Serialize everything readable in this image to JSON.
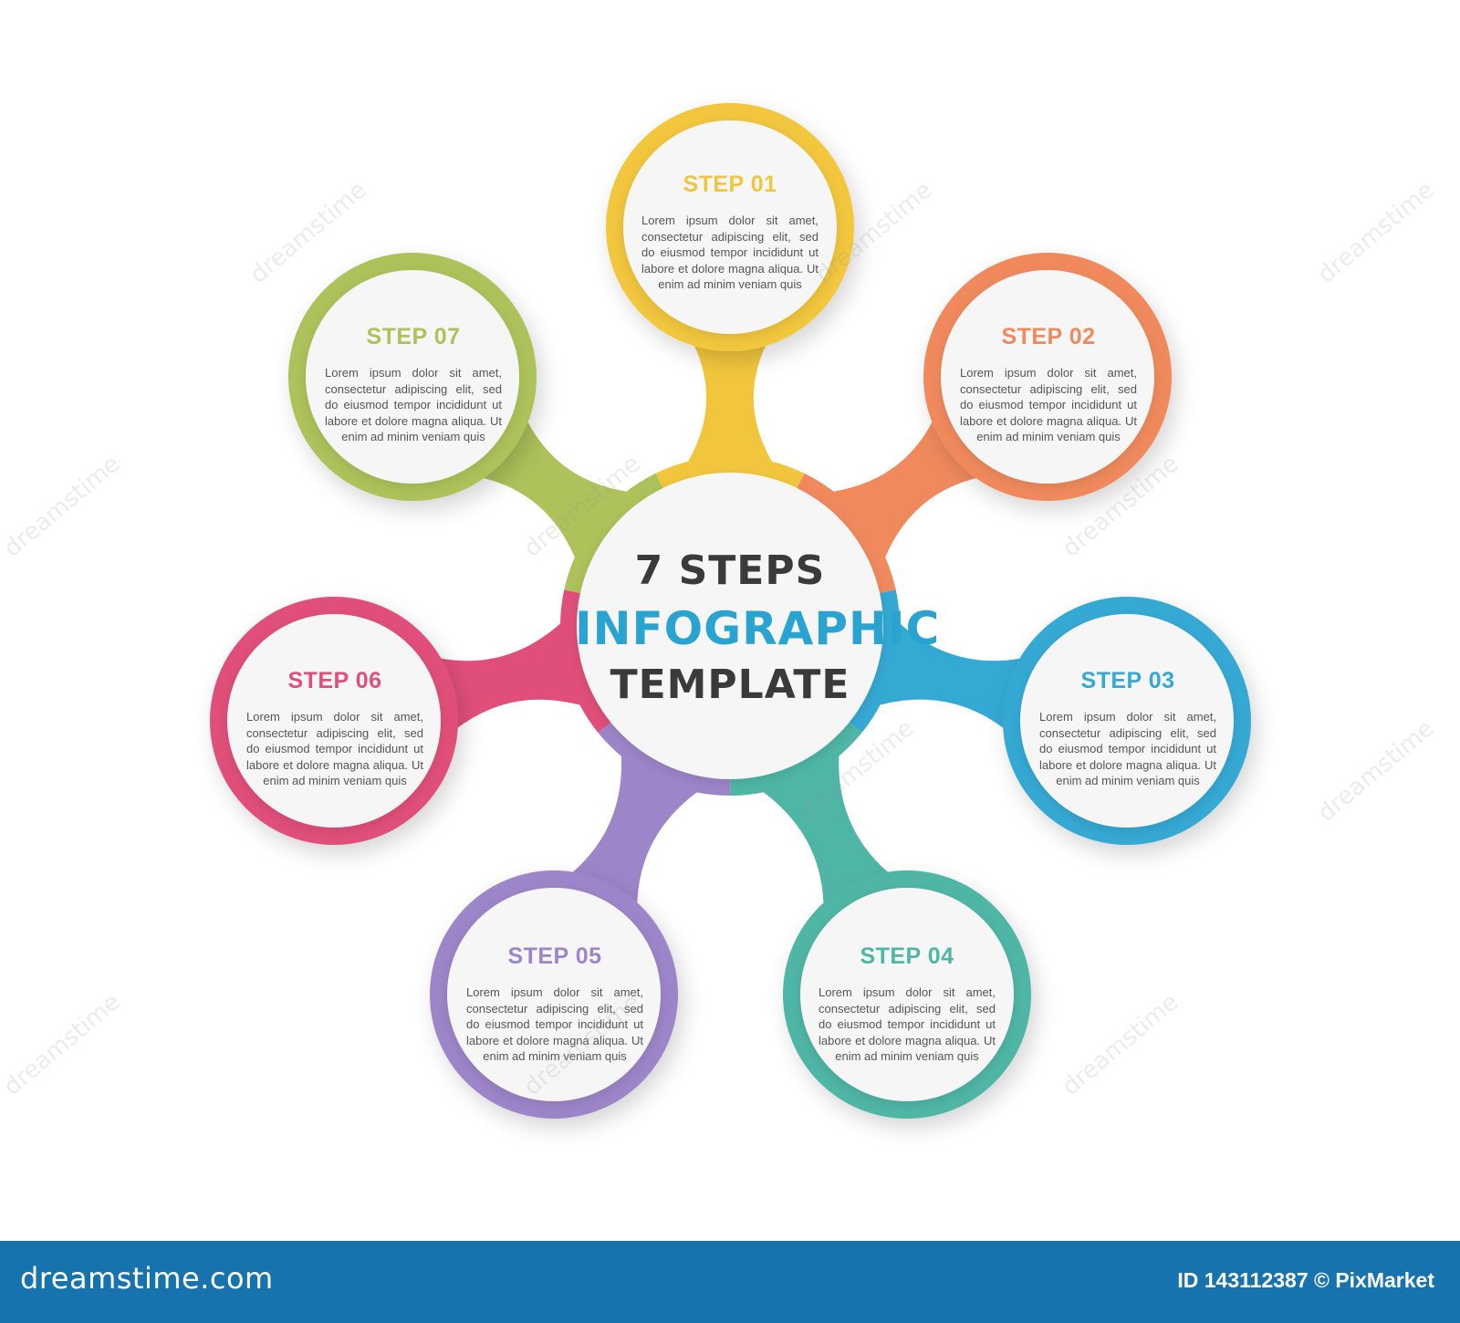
{
  "center": {
    "line1": "7 STEPS",
    "line2": "INFOGRAPHIC",
    "line3": "TEMPLATE"
  },
  "steps": [
    {
      "title": "STEP 01",
      "color": "#f2c63c",
      "text": "Lorem ipsum dolor sit amet, consectetur adipiscing elit, sed do eiusmod tempor incididunt ut labore et dolore magna aliqua. Ut enim ad minim veniam quis"
    },
    {
      "title": "STEP 02",
      "color": "#f08a5d",
      "text": "Lorem ipsum dolor sit amet, consectetur adipiscing elit, sed do eiusmod tempor incididunt ut labore et dolore magna aliqua. Ut enim ad minim veniam quis"
    },
    {
      "title": "STEP 03",
      "color": "#34a9d4",
      "text": "Lorem ipsum dolor sit amet, consectetur adipiscing elit, sed do eiusmod tempor incididunt ut labore et dolore magna aliqua. Ut enim ad minim veniam quis"
    },
    {
      "title": "STEP 04",
      "color": "#4fb6a6",
      "text": "Lorem ipsum dolor sit amet, consectetur adipiscing elit, sed do eiusmod tempor incididunt ut labore et dolore magna aliqua. Ut enim ad minim veniam quis"
    },
    {
      "title": "STEP 05",
      "color": "#9d85c9",
      "text": "Lorem ipsum dolor sit amet, consectetur adipiscing elit, sed do eiusmod tempor incididunt ut labore et dolore magna aliqua. Ut enim ad minim veniam quis"
    },
    {
      "title": "STEP 06",
      "color": "#e04f7a",
      "text": "Lorem ipsum dolor sit amet, consectetur adipiscing elit, sed do eiusmod tempor incididunt ut labore et dolore magna aliqua. Ut enim ad minim veniam quis"
    },
    {
      "title": "STEP 07",
      "color": "#adc25a",
      "text": "Lorem ipsum dolor sit amet, consectetur adipiscing elit, sed do eiusmod tempor incididunt ut labore et dolore magna aliqua. Ut enim ad minim veniam quis"
    }
  ],
  "footer": {
    "logo": "dreamstime.com",
    "id_text": "ID 143112387 © PixMarket"
  },
  "colors": {
    "footer_bg": "#1673ad",
    "center_title_dark": "#3a3a3a",
    "center_title_accent": "#29a3cf"
  }
}
